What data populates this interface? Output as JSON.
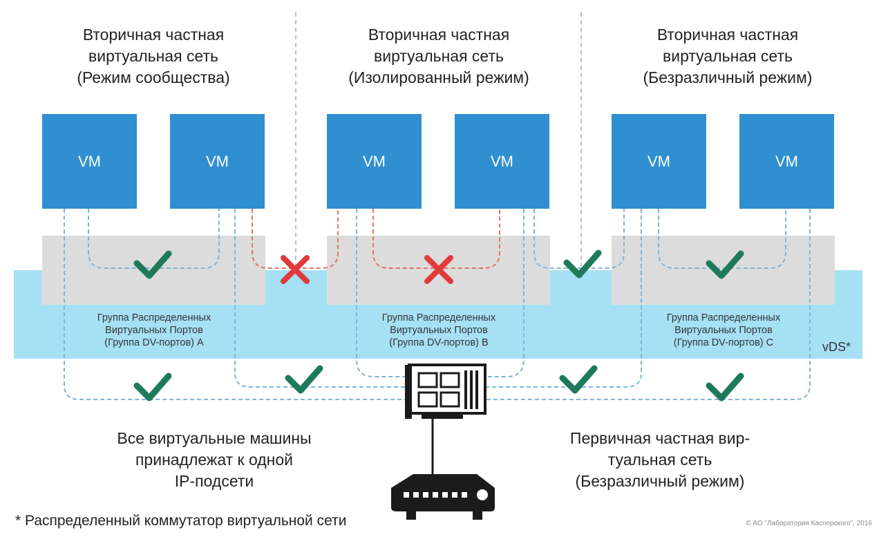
{
  "segments": [
    {
      "heading": [
        "Вторичная частная",
        "виртуальная сеть",
        "(Режим сообщества)"
      ],
      "vms": [
        "VM",
        "VM"
      ],
      "port_group": [
        "Группа Распределенных",
        "Виртуальных Портов",
        "(Группа DV-портов) A"
      ]
    },
    {
      "heading": [
        "Вторичная частная",
        "виртуальная сеть",
        "(Изолированный режим)"
      ],
      "vms": [
        "VM",
        "VM"
      ],
      "port_group": [
        "Группа Распределенных",
        "Виртуальных Портов",
        "(Группа DV-портов) B"
      ]
    },
    {
      "heading": [
        "Вторичная частная",
        "виртуальная сеть",
        "(Безразличный режим)"
      ],
      "vms": [
        "VM",
        "VM"
      ],
      "port_group": [
        "Группа Распределенных",
        "Виртуальных Портов",
        "(Группа DV-портов) C"
      ]
    }
  ],
  "vds_label": "vDS*",
  "bottom_left": [
    "Все виртуальные машины",
    "принадлежат к одной",
    "IP-подсети"
  ],
  "bottom_right": [
    "Первичная частная вир-",
    "туальная сеть",
    "(Безразличный режим)"
  ],
  "footnote": "* Распределенный коммутатор виртуальной сети",
  "copyright": "© АО \"Лаборатория Касперского\", 2016",
  "colors": {
    "vm_blue": "#2f8fd0",
    "vds_band": "#a6e0f5",
    "port_group_gray": "#dcdcdc",
    "allowed_line": "#7fb3d8",
    "blocked_line": "#e0735e",
    "check_green": "#1f7a5a",
    "cross_red": "#e03a3a",
    "hardware": "#1b1b1b"
  },
  "icons": [
    "check-icon",
    "cross-icon",
    "network-card-icon",
    "router-icon"
  ]
}
